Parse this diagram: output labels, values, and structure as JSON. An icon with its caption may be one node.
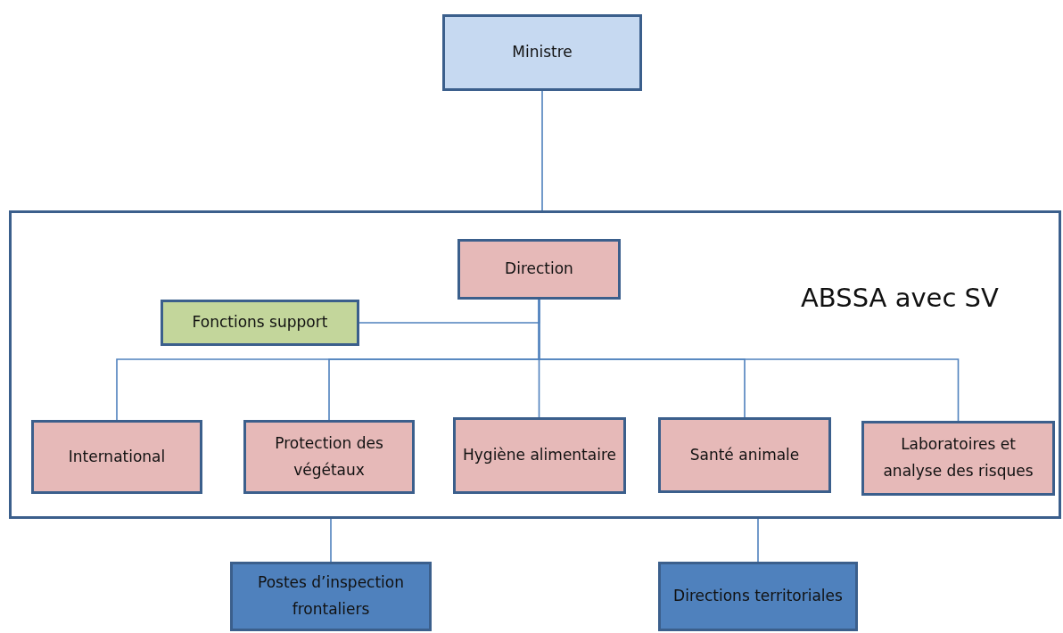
{
  "diagram": {
    "nodes": [
      {
        "text": [
          "Ministre"
        ]
      },
      {
        "text": [
          "ABSSA avec SV"
        ]
      },
      {
        "text": [
          "Direction"
        ],
        "in": 1
      },
      {
        "text": [
          "Fonctions support"
        ],
        "in": 1
      },
      {
        "text": [
          "International"
        ],
        "in": 1
      },
      {
        "text": [
          "Protection des végétaux"
        ],
        "in": 1
      },
      {
        "text": [
          "Hygiène alimentaire"
        ],
        "in": 1
      },
      {
        "text": [
          "Santé animale"
        ],
        "in": 1
      },
      {
        "text": [
          "Laboratoires et analyse des risques"
        ],
        "in": 1
      },
      {
        "text": [
          "Postes d’inspection frontaliers"
        ]
      },
      {
        "text": [
          "Directions territoriales"
        ]
      }
    ],
    "edges": [
      {
        "from": 0,
        "to": 1,
        "arrow": "none"
      },
      {
        "from": 2,
        "to": 3,
        "arrow": "none"
      },
      {
        "from": 2,
        "to": 4,
        "arrow": "none"
      },
      {
        "from": 2,
        "to": 5,
        "arrow": "none"
      },
      {
        "from": 2,
        "to": 6,
        "arrow": "none"
      },
      {
        "from": 2,
        "to": 7,
        "arrow": "none"
      },
      {
        "from": 2,
        "to": 8,
        "arrow": "none"
      },
      {
        "from": 1,
        "to": 9,
        "arrow": "none"
      },
      {
        "from": 1,
        "to": 10,
        "arrow": "none"
      }
    ]
  }
}
